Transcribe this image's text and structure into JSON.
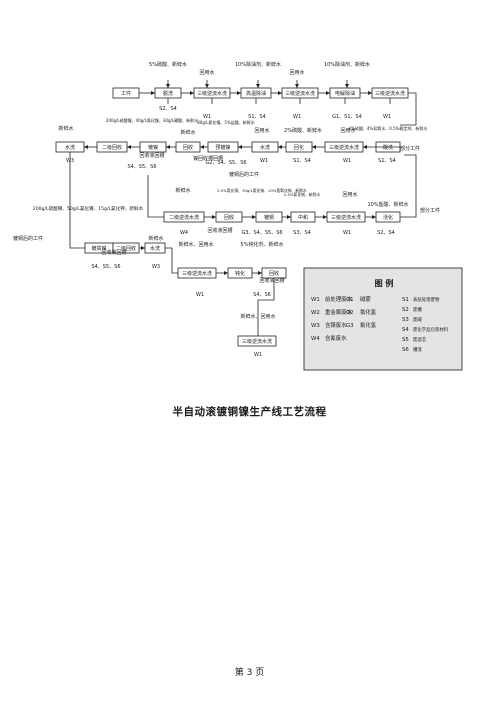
{
  "caption": "半自动滚镀铜镍生产线工艺流程",
  "page_number": "第 3 页",
  "legend": {
    "title": "图 例",
    "items": [
      {
        "code": "W1",
        "text": "前处理废水"
      },
      {
        "code": "W2",
        "text": "重金属废水"
      },
      {
        "code": "W3",
        "text": "含镍废水"
      },
      {
        "code": "W4",
        "text": "含氰废水"
      },
      {
        "code": "G1",
        "text": "碱雾"
      },
      {
        "code": "G2",
        "text": "氯化氢"
      },
      {
        "code": "G3",
        "text": "氰化氢"
      },
      {
        "code": "S1",
        "text": "表层处理废物"
      },
      {
        "code": "S2",
        "text": "废槽"
      },
      {
        "code": "S3",
        "text": "废碱"
      },
      {
        "code": "S4",
        "text": "废化学品包装材料"
      },
      {
        "code": "S5",
        "text": "废滤芯"
      },
      {
        "code": "S6",
        "text": "槽渣"
      }
    ]
  },
  "boxes": [
    {
      "label": "工件"
    },
    {
      "label": "脱洗"
    },
    {
      "label": "三级逆流水洗"
    },
    {
      "label": "高温除油"
    },
    {
      "label": "三级逆流水洗"
    },
    {
      "label": "电解除油"
    },
    {
      "label": "三级逆流水洗"
    },
    {
      "label": "水洗"
    },
    {
      "label": "二级回收"
    },
    {
      "label": "镀镍"
    },
    {
      "label": "回收"
    },
    {
      "label": "预镀镍"
    },
    {
      "label": "水洗"
    },
    {
      "label": "回化"
    },
    {
      "label": "三级逆流水洗"
    },
    {
      "label": "酸洗"
    },
    {
      "label": "二级逆流水洗"
    },
    {
      "label": "回收"
    },
    {
      "label": "镀铜"
    },
    {
      "label": "中和"
    },
    {
      "label": "三级逆流水洗"
    },
    {
      "label": "活化"
    },
    {
      "label": "镀高镍"
    },
    {
      "label": "二级回收"
    },
    {
      "label": "水洗"
    },
    {
      "label": "三级逆流水洗"
    },
    {
      "label": "钝化"
    },
    {
      "label": "回收"
    },
    {
      "label": "三级逆流水洗"
    }
  ],
  "notes": [
    "5%硫酸、新鲜水",
    "回用水",
    "10%除油剂、新鲜水",
    "回用水",
    "10%除油剂、新鲜水",
    "S2、S4",
    "W1",
    "S1、S4",
    "W1",
    "G1、S1、S4",
    "W1",
    "新鲜水",
    "200g/L硫酸镍、40g/L氯化镍、30g/L硼酸、新鲜水",
    "新鲜水",
    "80g/L氯化镍、5%盐酸、新鲜水",
    "回用水",
    "2%硫酸、新鲜水",
    "回用水",
    "4%硫酸、4%双氧水、0.5%稳定剂、新鲜水",
    "部分工件",
    "W3",
    "回收液回槽",
    "S4、S5、S6",
    "镍回收槽回槽",
    "G2、S4、S5、S6",
    "W1",
    "S1、S4",
    "W1",
    "S1、S4",
    "镀铜后的工件",
    "新鲜水",
    "2.5%氰化铜、30g/L氰化钠、10%氢氧化钠、新鲜水",
    "2.5%氰化钠、新鲜水",
    "回用水",
    "10%盐酸、新鲜水",
    "W4",
    "回收液回槽",
    "G3、S4、S5、S6",
    "S3、S4",
    "W1",
    "S2、S4",
    "部分工件",
    "200g/L硫酸镍、50g/L氯化镍、15g/L氯化钾、新鲜水",
    "镀铜后的工件",
    "新鲜水",
    "回收液回槽",
    "S4、S5、S6",
    "W3",
    "新鲜水、回用水",
    "5%钝化剂、新鲜水",
    "W1",
    "S4、S6",
    "回收液回槽",
    "新鲜水、回用水",
    "W1"
  ]
}
